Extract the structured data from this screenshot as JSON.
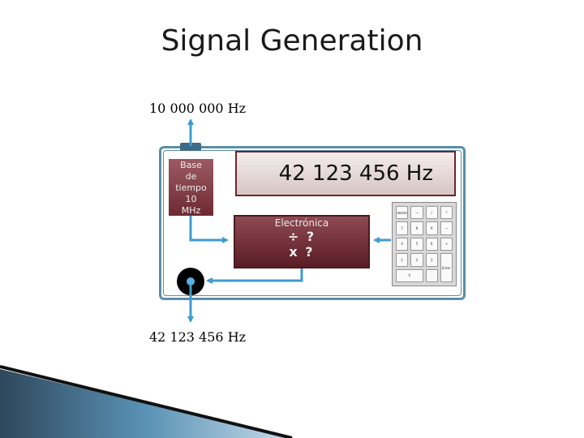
{
  "title": "Signal Generation",
  "input_frequency": "10 000 000 Hz",
  "output_frequency": "42 123 456 Hz",
  "timebase": {
    "lines": [
      "Base",
      "de",
      "tiempo",
      "10",
      "MHz"
    ]
  },
  "display": {
    "value": "42 123 456 Hz"
  },
  "electronics": {
    "label": "Electrónica",
    "op1": "÷ ?",
    "op2": "x ?"
  },
  "keypad": {
    "keys": [
      "delete",
      "—",
      "/",
      "*",
      "7",
      "8",
      "9",
      "—",
      "4",
      "5",
      "6",
      "+",
      "1",
      "2",
      "3",
      "Enter",
      "0",
      "."
    ]
  },
  "colors": {
    "arrow": "#3d9bd0",
    "box": "#5a8ea8",
    "module": "#7a3a42"
  }
}
